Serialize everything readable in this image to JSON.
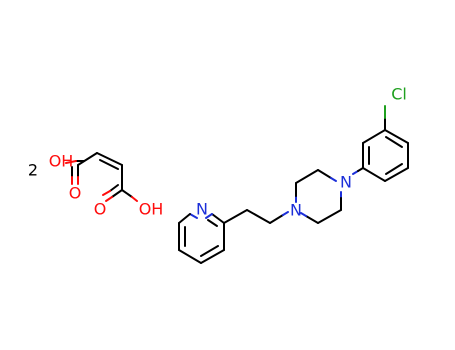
{
  "molecule": {
    "multiplier": "2",
    "colors": {
      "carbon_bond": "#000000",
      "oxygen": "#ff0d0d",
      "nitrogen": "#1c2fd9",
      "chlorine": "#1fa01f",
      "background": "#ffffff"
    },
    "maleic_acid": {
      "hydroxyl_1": "OH",
      "carbonyl_o_1": "O",
      "carbonyl_o_2": "O",
      "hydroxyl_2": "OH"
    },
    "base": {
      "pyridine_n": "N",
      "piperazine_n_left": "N",
      "piperazine_n_right": "N",
      "chloro": "Cl"
    }
  }
}
